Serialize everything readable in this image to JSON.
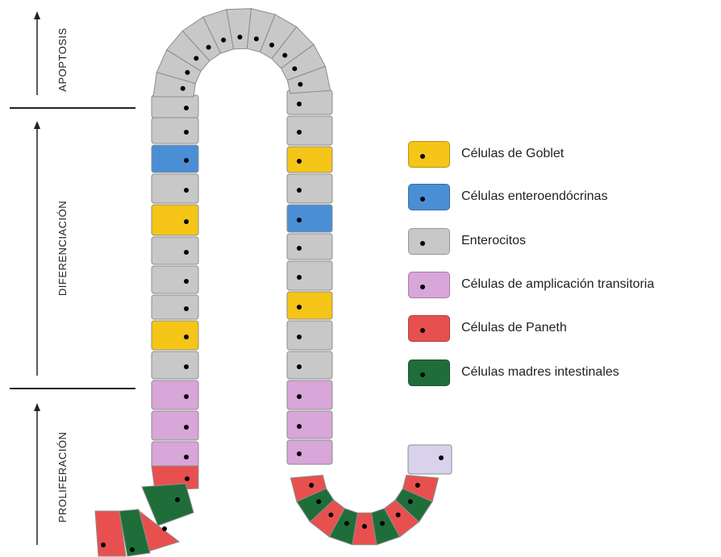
{
  "stages": {
    "apoptosis": "APOPTOSIS",
    "differentiation": "DIFERENCIACIÓN",
    "proliferation": "PROLIFERACIÓN"
  },
  "legend": [
    {
      "key": "goblet",
      "label": "Células de Goblet",
      "color": "#f5c518"
    },
    {
      "key": "enteroendocrine",
      "label": "Células enteroendócrinas",
      "color": "#4a8fd6"
    },
    {
      "key": "enterocyte",
      "label": "Enterocitos",
      "color": "#c8c8c8"
    },
    {
      "key": "transit",
      "label": "Células de amplicación transitoria",
      "color": "#d8a6d8"
    },
    {
      "key": "paneth",
      "label": "Células de Paneth",
      "color": "#e8504f"
    },
    {
      "key": "stem",
      "label": "Células madres intestinales",
      "color": "#1f6e3a"
    }
  ],
  "extra_colors": {
    "pale_transit": "#d8d2ec"
  }
}
